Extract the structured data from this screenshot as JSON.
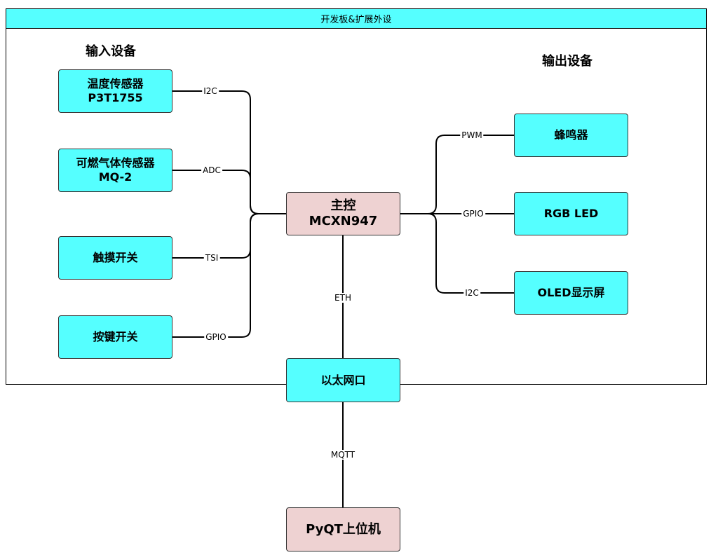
{
  "frame": {
    "title": "开发板&扩展外设"
  },
  "sections": {
    "input_title": "输入设备",
    "output_title": "输出设备"
  },
  "nodes": {
    "temp_sensor": {
      "line1": "温度传感器",
      "line2": "P3T1755"
    },
    "gas_sensor": {
      "line1": "可燃气体传感器",
      "line2": "MQ-2"
    },
    "touch_switch": {
      "line1": "触摸开关"
    },
    "button_switch": {
      "line1": "按键开关"
    },
    "main_controller": {
      "line1": "主控",
      "line2": "MCXN947"
    },
    "buzzer": {
      "line1": "蜂鸣器"
    },
    "rgb_led": {
      "line1": "RGB LED"
    },
    "oled_display": {
      "line1": "OLED显示屏"
    },
    "ethernet_port": {
      "line1": "以太网口"
    },
    "pyqt_host": {
      "line1": "PyQT上位机"
    }
  },
  "edges": {
    "temp_to_main": "I2C",
    "gas_to_main": "ADC",
    "touch_to_main": "TSI",
    "button_to_main": "GPIO",
    "main_to_buzzer": "PWM",
    "main_to_rgb": "GPIO",
    "main_to_oled": "I2C",
    "main_to_ethernet": "ETH",
    "ethernet_to_pyqt": "MQTT"
  },
  "colors": {
    "device_fill": "#55FFFF",
    "core_fill": "#EED2D2",
    "header_fill": "#55FFFF"
  }
}
